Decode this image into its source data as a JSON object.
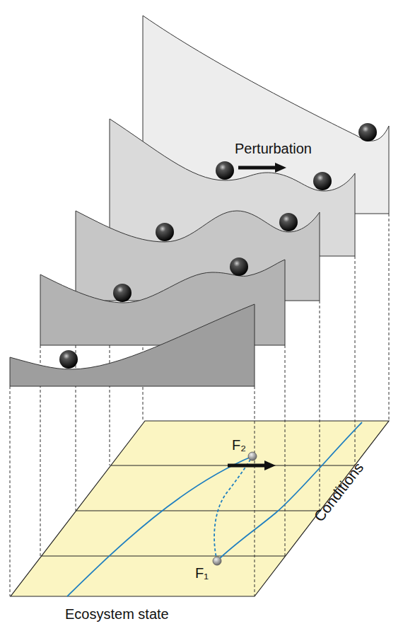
{
  "diagram": {
    "labels": [
      "Perturbation",
      "F₂",
      "F₁",
      "Conditions",
      "Ecosystem state"
    ]
  }
}
